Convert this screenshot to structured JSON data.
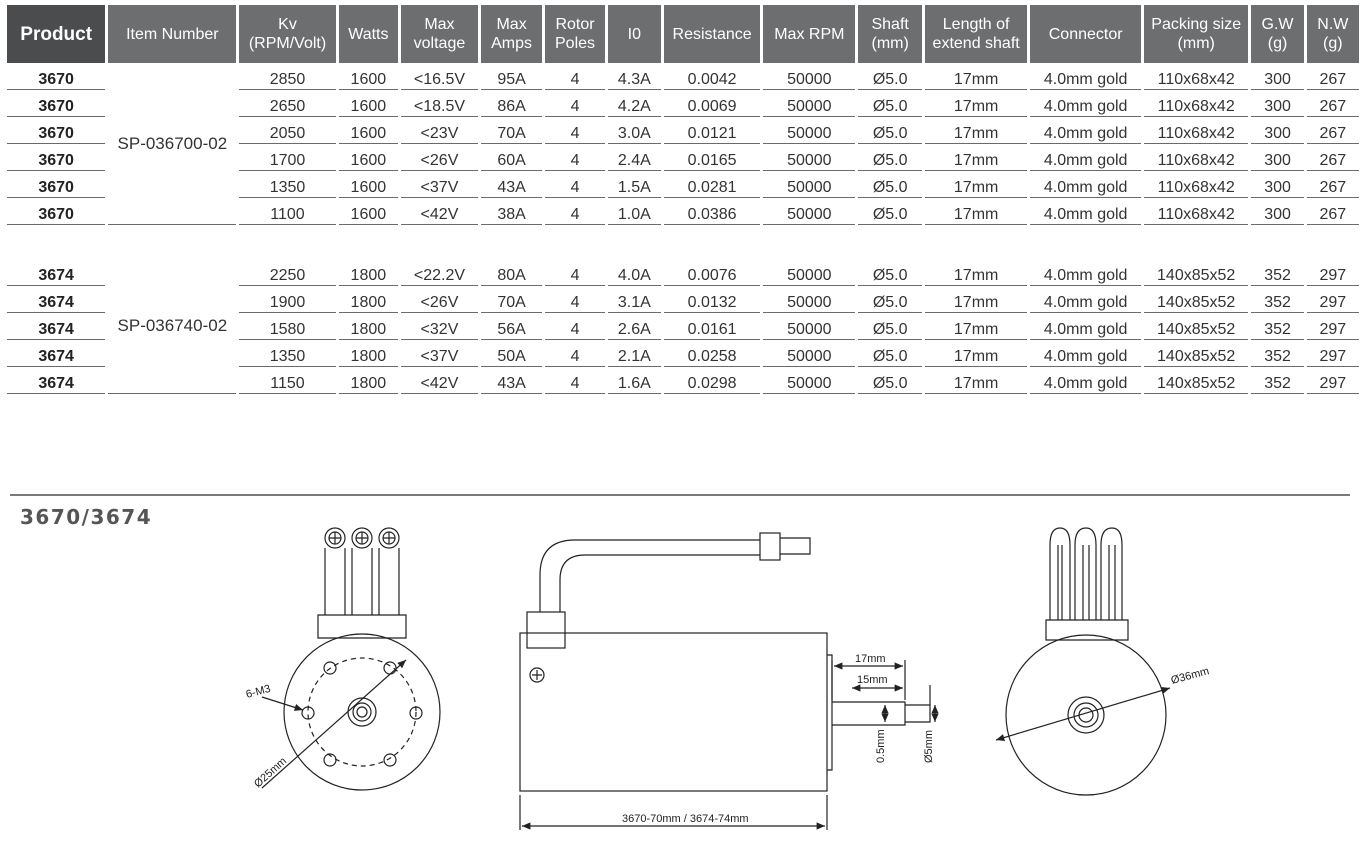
{
  "headers": {
    "product": "Product",
    "item_number": "Item Number",
    "kv_line1": "Kv",
    "kv_line2": "(RPM/Volt)",
    "watts": "Watts",
    "max_voltage_line1": "Max",
    "max_voltage_line2": "voltage",
    "max_amps_line1": "Max",
    "max_amps_line2": "Amps",
    "rotor_poles_line1": "Rotor",
    "rotor_poles_line2": "Poles",
    "io": "I0",
    "resistance": "Resistance",
    "max_rpm": "Max RPM",
    "shaft_line1": "Shaft",
    "shaft_line2": "(mm)",
    "length_line1": "Length of",
    "length_line2": "extend shaft",
    "connector": "Connector",
    "packing_line1": "Packing size",
    "packing_line2": "(mm)",
    "gw_line1": "G.W",
    "gw_line2": "(g)",
    "nw_line1": "N.W",
    "nw_line2": "(g)"
  },
  "groups": [
    {
      "item_number": "SP-036700-02",
      "rows": [
        [
          "3670",
          "2850",
          "1600",
          "<16.5V",
          "95A",
          "4",
          "4.3A",
          "0.0042",
          "50000",
          "Ø5.0",
          "17mm",
          "4.0mm gold",
          "110x68x42",
          "300",
          "267"
        ],
        [
          "3670",
          "2650",
          "1600",
          "<18.5V",
          "86A",
          "4",
          "4.2A",
          "0.0069",
          "50000",
          "Ø5.0",
          "17mm",
          "4.0mm gold",
          "110x68x42",
          "300",
          "267"
        ],
        [
          "3670",
          "2050",
          "1600",
          "<23V",
          "70A",
          "4",
          "3.0A",
          "0.0121",
          "50000",
          "Ø5.0",
          "17mm",
          "4.0mm gold",
          "110x68x42",
          "300",
          "267"
        ],
        [
          "3670",
          "1700",
          "1600",
          "<26V",
          "60A",
          "4",
          "2.4A",
          "0.0165",
          "50000",
          "Ø5.0",
          "17mm",
          "4.0mm gold",
          "110x68x42",
          "300",
          "267"
        ],
        [
          "3670",
          "1350",
          "1600",
          "<37V",
          "43A",
          "4",
          "1.5A",
          "0.0281",
          "50000",
          "Ø5.0",
          "17mm",
          "4.0mm gold",
          "110x68x42",
          "300",
          "267"
        ],
        [
          "3670",
          "1100",
          "1600",
          "<42V",
          "38A",
          "4",
          "1.0A",
          "0.0386",
          "50000",
          "Ø5.0",
          "17mm",
          "4.0mm gold",
          "110x68x42",
          "300",
          "267"
        ]
      ]
    },
    {
      "item_number": "SP-036740-02",
      "rows": [
        [
          "3674",
          "2250",
          "1800",
          "<22.2V",
          "80A",
          "4",
          "4.0A",
          "0.0076",
          "50000",
          "Ø5.0",
          "17mm",
          "4.0mm gold",
          "140x85x52",
          "352",
          "297"
        ],
        [
          "3674",
          "1900",
          "1800",
          "<26V",
          "70A",
          "4",
          "3.1A",
          "0.0132",
          "50000",
          "Ø5.0",
          "17mm",
          "4.0mm gold",
          "140x85x52",
          "352",
          "297"
        ],
        [
          "3674",
          "1580",
          "1800",
          "<32V",
          "56A",
          "4",
          "2.6A",
          "0.0161",
          "50000",
          "Ø5.0",
          "17mm",
          "4.0mm gold",
          "140x85x52",
          "352",
          "297"
        ],
        [
          "3674",
          "1350",
          "1800",
          "<37V",
          "50A",
          "4",
          "2.1A",
          "0.0258",
          "50000",
          "Ø5.0",
          "17mm",
          "4.0mm gold",
          "140x85x52",
          "352",
          "297"
        ],
        [
          "3674",
          "1150",
          "1800",
          "<42V",
          "43A",
          "4",
          "1.6A",
          "0.0298",
          "50000",
          "Ø5.0",
          "17mm",
          "4.0mm gold",
          "140x85x52",
          "352",
          "297"
        ]
      ]
    }
  ],
  "drawing": {
    "model_title": "3670/3674",
    "label_6m3": "6-M3",
    "label_d25": "Ø25mm",
    "label_17mm": "17mm",
    "label_15mm": "15mm",
    "label_05mm": "0.5mm",
    "label_5mm": "Ø5mm",
    "label_length": "3670-70mm / 3674-74mm",
    "label_d36": "Ø36mm"
  },
  "colors": {
    "header_bg": "#6d6e70",
    "header_first_bg": "#4b4c4e",
    "line": "#6a6a6a"
  }
}
